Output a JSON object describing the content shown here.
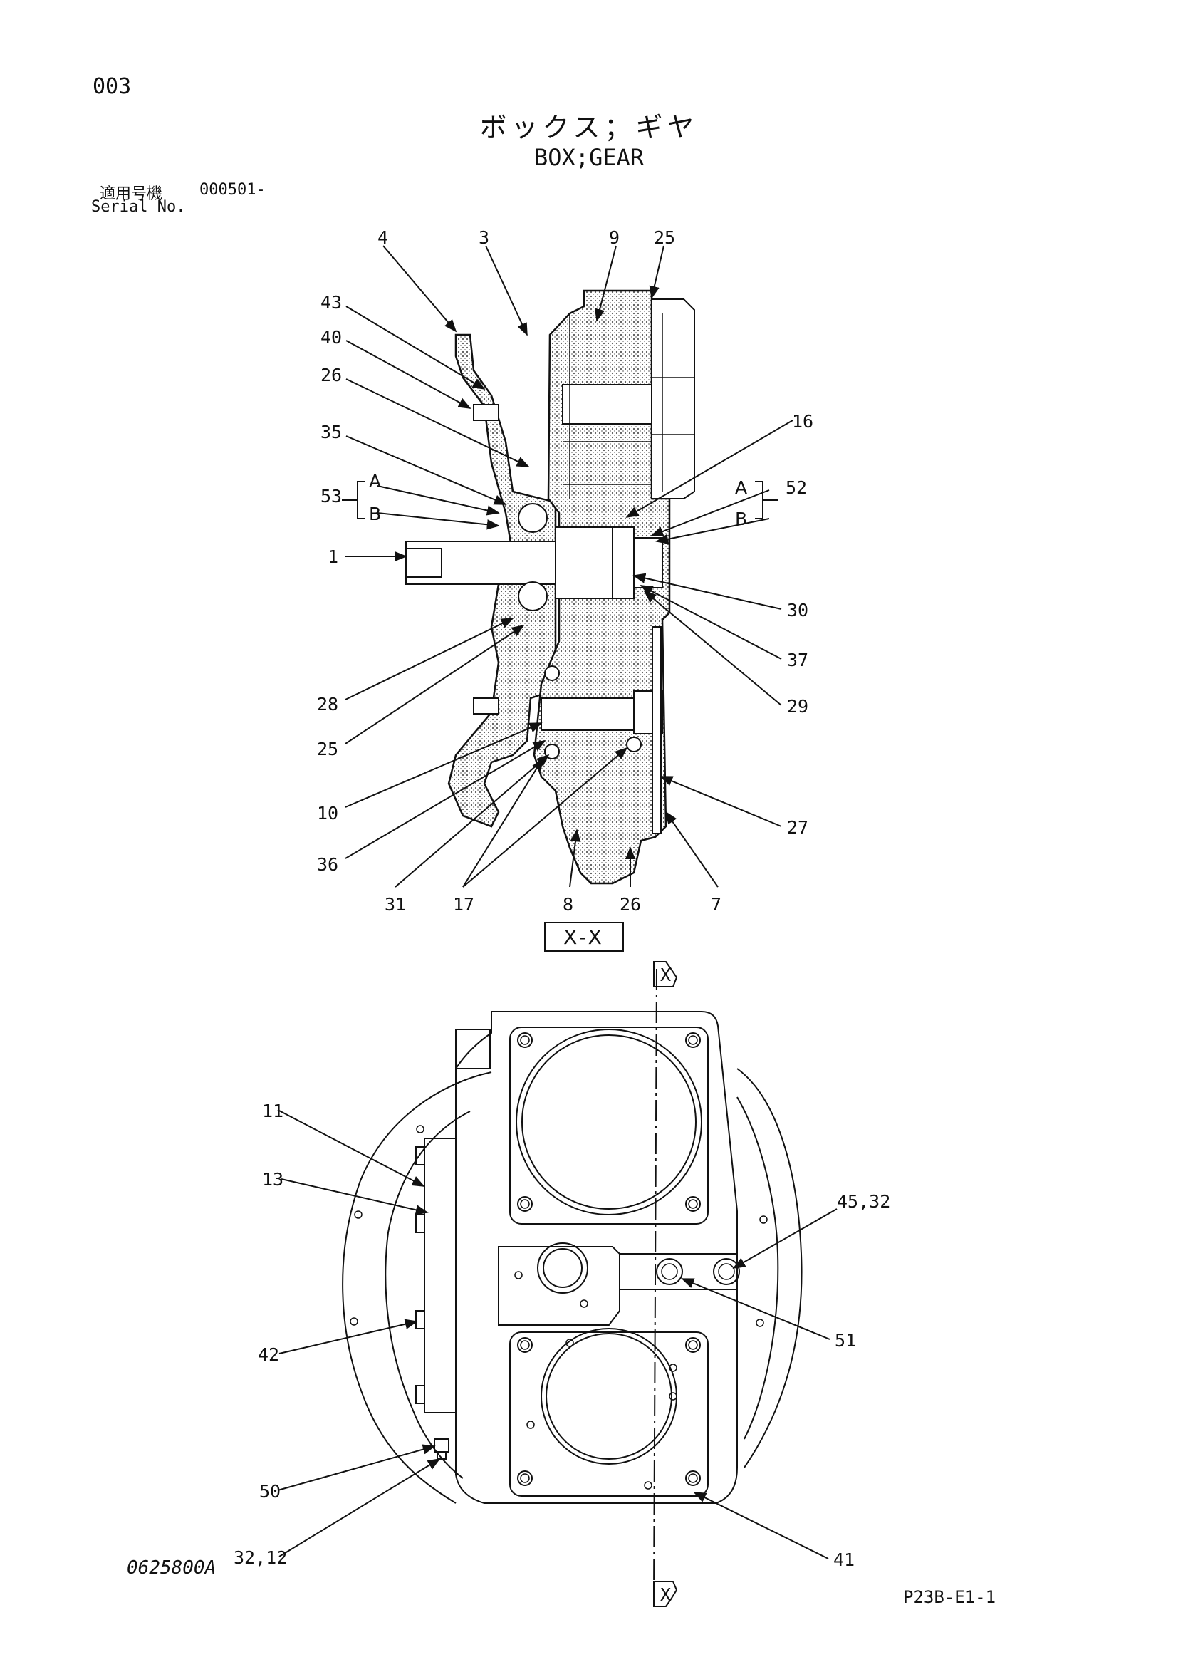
{
  "header": {
    "page_number": "003",
    "title_jp": "ボックス；ギヤ",
    "title_en": "BOX;GEAR",
    "serial_label_jp": "適用号機",
    "serial_value": "000501-",
    "serial_label_en": "Serial No."
  },
  "section_view_label": "X-X",
  "cut_marker": "X",
  "callouts": {
    "c4": "4",
    "c3": "3",
    "c9": "9",
    "c25_top": "25",
    "c43": "43",
    "c40": "40",
    "c26_left": "26",
    "c35": "35",
    "c53": "53",
    "c53_a": "A",
    "c53_b": "B",
    "c52": "52",
    "c52_a": "A",
    "c52_b": "B",
    "c16": "16",
    "c1": "1",
    "c30": "30",
    "c37": "37",
    "c29": "29",
    "c28": "28",
    "c25_left": "25",
    "c10": "10",
    "c36": "36",
    "c27": "27",
    "c31": "31",
    "c17": "17",
    "c8": "8",
    "c26_bottom": "26",
    "c7": "7",
    "c11": "11",
    "c13": "13",
    "c42": "42",
    "c50": "50",
    "c32_12": "32,12",
    "c45_32": "45,32",
    "c51": "51",
    "c41": "41"
  },
  "footer": {
    "drawing_number": "0625800A",
    "page_code": "P23B-E1-1"
  }
}
